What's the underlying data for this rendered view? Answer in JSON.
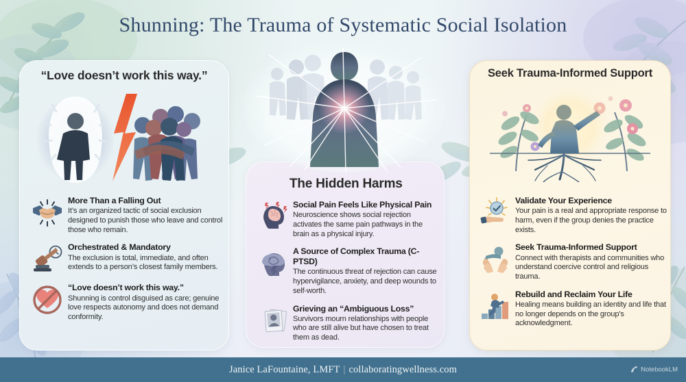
{
  "title": "Shunning: The Trauma of Systematic Social Isolation",
  "colors": {
    "title_text": "#33496b",
    "panel_left_bg": "#e8f0f4",
    "panel_center_bg": "#eee9f5",
    "panel_right_bg": "#fdf6e6",
    "footer_bg": "#41718f",
    "footer_text": "#f0f4f6",
    "accent_red": "#e4613c",
    "body_text": "#2e2e2e"
  },
  "left_panel": {
    "heading": "“Love doesn’t work this way.”",
    "hero_icon": "isolated-person-vs-group-illustration",
    "items": [
      {
        "icon": "handshake-breaking-icon",
        "title": "More Than a Falling Out",
        "desc": "It’s an organized tactic of social exclusion designed to punish those who leave and control those who remain."
      },
      {
        "icon": "gavel-clock-icon",
        "title": "Orchestrated & Mandatory",
        "desc": "The exclusion is total, immediate, and often extends to a person’s closest family members."
      },
      {
        "icon": "no-heart-prohibited-icon",
        "title": "“Love doesn’t work this way.”",
        "desc": "Shunning is control disguised as care; genuine love respects autonomy and does not demand conformity."
      }
    ]
  },
  "center_panel": {
    "heading": "The Hidden Harms",
    "hero_icon": "shattered-figure-in-crowd-illustration",
    "items": [
      {
        "icon": "brain-pain-head-icon",
        "title": "Social Pain Feels Like Physical Pain",
        "desc": "Neuroscience shows social rejection activates the same pain pathways in the brain as a physical injury."
      },
      {
        "icon": "storm-cloud-head-icon",
        "title": "A Source of Complex Trauma (C-PTSD)",
        "desc": "The continuous threat of rejection can cause hypervigilance, anxiety, and deep wounds to self-worth."
      },
      {
        "icon": "faded-photographs-icon",
        "title": "Grieving an “Ambiguous Loss”",
        "desc": "Survivors mourn relationships with people who are still alive but have chosen to treat them as dead."
      }
    ]
  },
  "right_panel": {
    "heading": "Seek Trauma-Informed Support",
    "hero_icon": "rooted-figure-reaching-flowers-illustration",
    "items": [
      {
        "icon": "hand-holding-check-icon",
        "title": "Validate Your Experience",
        "desc": "Your pain is a real and appropriate response to harm, even if the group denies the practice exists."
      },
      {
        "icon": "hands-supporting-person-icon",
        "title": "Seek Trauma-Informed Support",
        "desc": "Connect with therapists and communities who understand coercive control and religious trauma."
      },
      {
        "icon": "person-climbing-steps-icon",
        "title": "Rebuild and Reclaim Your Life",
        "desc": "Healing means building an identity and life that no longer depends on the group’s acknowledgment."
      }
    ]
  },
  "footer": {
    "author": "Janice LaFountaine, LMFT",
    "separator": "|",
    "website": "collaboratingwellness.com",
    "watermark": "NotebookLM",
    "watermark_icon": "notebooklm-logo-icon"
  }
}
